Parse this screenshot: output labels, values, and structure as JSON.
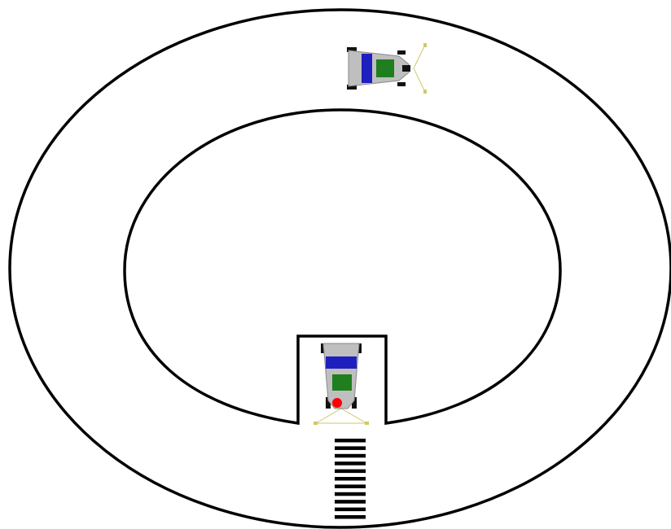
{
  "scene": {
    "background_color": "#ffffff",
    "track_line_color": "#000000"
  },
  "cars": [
    {
      "id": "car-top",
      "heading": "right",
      "body_color": "#bfbfbf",
      "seat_color": "#1f1fbf",
      "deck_color": "#1f7f1f",
      "sensor_color": "#cfc96a"
    },
    {
      "id": "car-pit",
      "heading": "down",
      "body_color": "#bfbfbf",
      "seat_color": "#1f1fbf",
      "deck_color": "#1f7f1f",
      "light_color": "#ff0000",
      "sensor_color": "#cfc96a"
    }
  ],
  "start_line": {
    "stripe_count": 11,
    "stripe_color": "#000000"
  }
}
